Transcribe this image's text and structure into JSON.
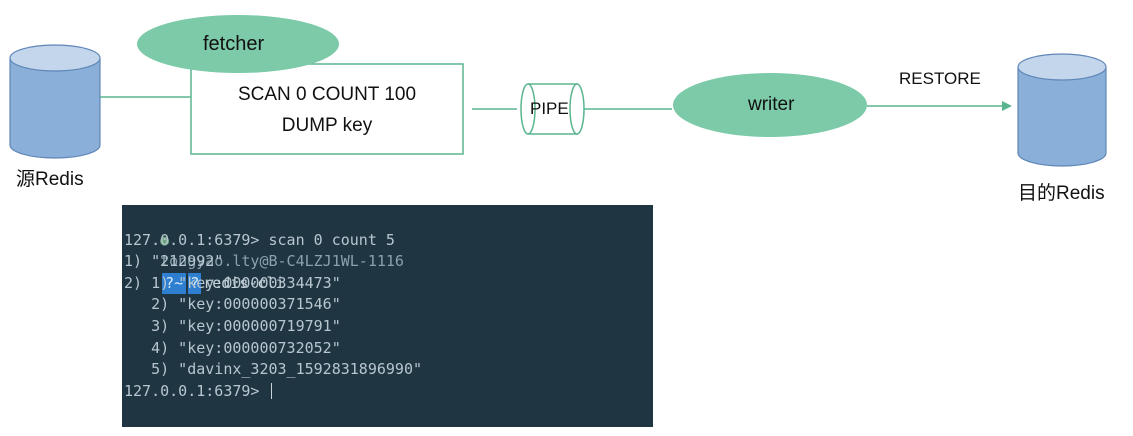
{
  "diagram": {
    "source_label": "源Redis",
    "fetcher_label": "fetcher",
    "box_line1": "SCAN 0 COUNT 100",
    "box_line2": "DUMP key",
    "pipe_label": "PIPE",
    "writer_label": "writer",
    "restore_label": "RESTORE",
    "target_label": "目的Redis",
    "colors": {
      "ellipse_fill": "#7ccaa8",
      "line": "#5ab58f",
      "cylinder_top": "#b7cde6",
      "cylinder_body": "#7fa4cf"
    }
  },
  "terminal": {
    "prompt_dot": "●",
    "user_host": "tongyao.lty@B-C4LZJ1WL-1116",
    "tag_icon": "?",
    "tag_dir": "~",
    "cmd": "redis-cli",
    "lines": [
      "127.0.0.1:6379> scan 0 count 5",
      "1) \"212992\"",
      "2) 1) \"key:000000334473\"",
      "   2) \"key:000000371546\"",
      "   3) \"key:000000719791\"",
      "   4) \"key:000000732052\"",
      "   5) \"davinx_3203_1592831896990\"",
      "127.0.0.1:6379> "
    ]
  }
}
